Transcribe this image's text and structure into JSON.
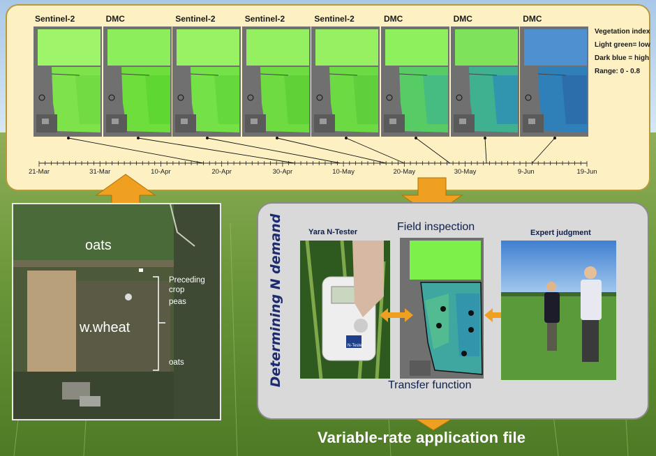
{
  "top_panel": {
    "tiles": [
      {
        "source": "Sentinel-2"
      },
      {
        "source": "DMC"
      },
      {
        "source": "Sentinel-2"
      },
      {
        "source": "Sentinel-2"
      },
      {
        "source": "Sentinel-2"
      },
      {
        "source": "DMC"
      },
      {
        "source": "DMC"
      },
      {
        "source": "DMC"
      }
    ],
    "legend": {
      "title": "Vegetation index",
      "low": "Light green= low",
      "high": "Dark blue = high",
      "range": "Range: 0 - 0.8"
    },
    "timeline": [
      "21-Mar",
      "31-Mar",
      "10-Apr",
      "20-Apr",
      "30-Apr",
      "10-May",
      "20-May",
      "30-May",
      "9-Jun",
      "19-Jun"
    ]
  },
  "field_map": {
    "crop_north": "oats",
    "crop_center": "w.wheat",
    "preceding_title": "Preceding crop",
    "preceding_top": "peas",
    "preceding_bottom": "oats"
  },
  "n_panel": {
    "side_title": "Determining N demand",
    "tester_title": "Yara N-Tester",
    "tester_brand": "N-Tester",
    "field_inspection": "Field inspection",
    "transfer": "Transfer function",
    "expert": "Expert judgment"
  },
  "output_label": "Variable-rate application file",
  "colors": {
    "arrow": "#f0a020",
    "panel_fill": "#fdf1c4",
    "panel_border": "#b89a3a",
    "title_navy": "#0f1f4a"
  }
}
